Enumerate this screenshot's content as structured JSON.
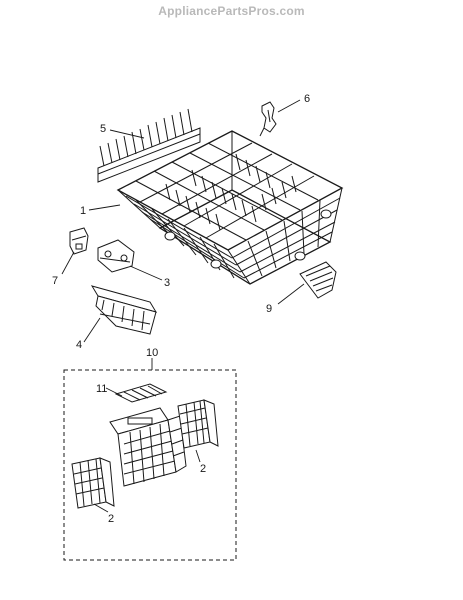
{
  "watermark": "AppliancePartsPros.com",
  "callouts": {
    "c1": "1",
    "c2a": "2",
    "c2b": "2",
    "c3": "3",
    "c4": "4",
    "c5": "5",
    "c6": "6",
    "c7": "7",
    "c9": "9",
    "c10": "10",
    "c11": "11"
  },
  "colors": {
    "line": "#1a1a1a",
    "watermark": "#b9b9b9",
    "background": "#ffffff"
  }
}
